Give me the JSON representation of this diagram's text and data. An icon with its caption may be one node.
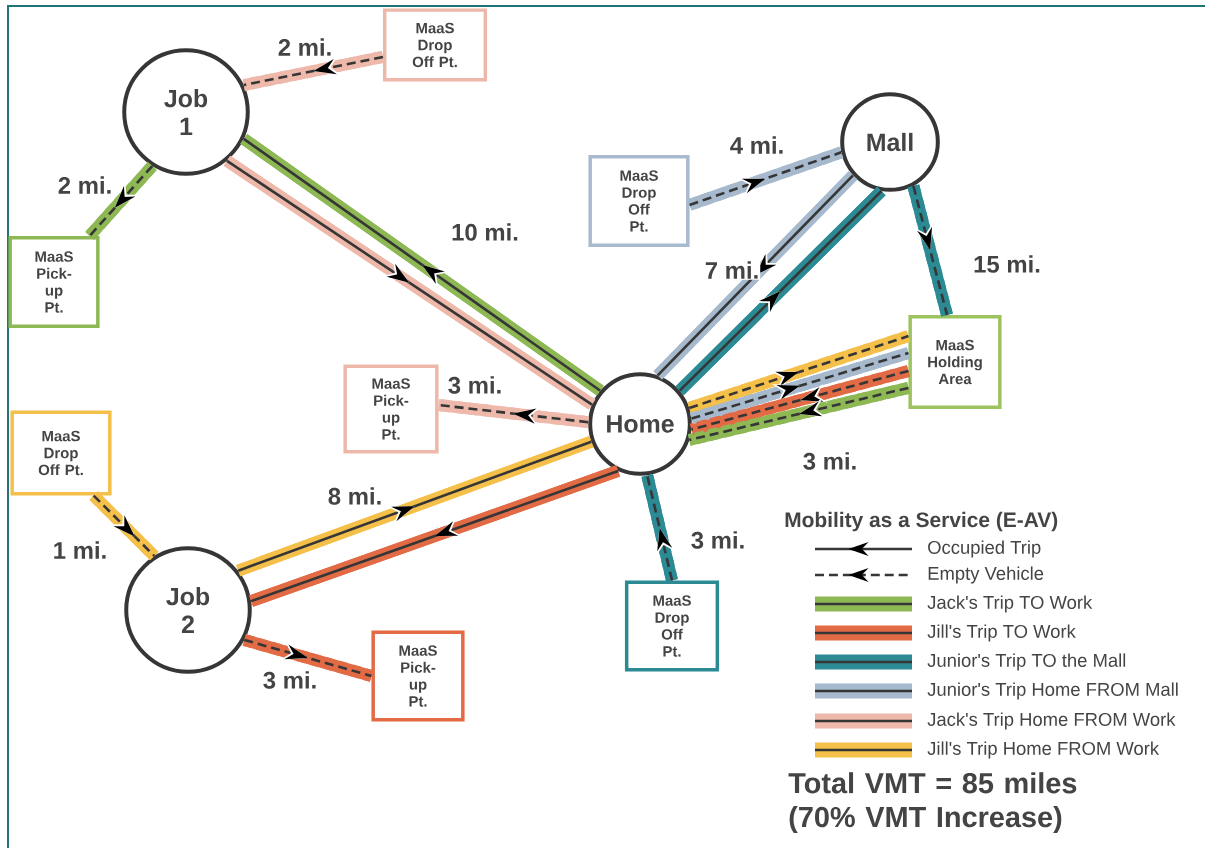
{
  "diagram": {
    "nodes": [
      {
        "text": [
          "Job 1"
        ]
      },
      {
        "text": [
          "Mall"
        ]
      },
      {
        "text": [
          "Home"
        ]
      },
      {
        "text": [
          "Job 2"
        ]
      },
      {
        "text": [
          "MaaS Drop Off Pt."
        ]
      },
      {
        "text": [
          "MaaS Pick-up Pt."
        ]
      },
      {
        "text": [
          "MaaS Drop Off Pt."
        ]
      },
      {
        "text": [
          "MaaS Holding Area"
        ]
      },
      {
        "text": [
          "MaaS Pick-up Pt."
        ]
      },
      {
        "text": [
          "MaaS Drop Off Pt."
        ]
      },
      {
        "text": [
          "MaaS Drop Off Pt."
        ]
      },
      {
        "text": [
          "MaaS Pick-up Pt."
        ]
      }
    ],
    "edges": [
      {
        "from": 4,
        "to": 0,
        "arrow": "to",
        "label": "2 mi.",
        "style": "dashed",
        "color": "#eeb8aa"
      },
      {
        "from": 0,
        "to": 5,
        "arrow": "to",
        "label": "2 mi.",
        "style": "dashed",
        "color": "#8db854"
      },
      {
        "from": 2,
        "to": 0,
        "arrow": "to",
        "label": "10 mi.",
        "color": "#8db854"
      },
      {
        "from": 0,
        "to": 2,
        "arrow": "to",
        "color": "#eeb8aa"
      },
      {
        "from": 6,
        "to": 1,
        "arrow": "to",
        "label": "4 mi.",
        "style": "dashed",
        "color": "#a6b9cd"
      },
      {
        "from": 1,
        "to": 2,
        "arrow": "to",
        "label": "7 mi.",
        "color": "#a6b9cd"
      },
      {
        "from": 2,
        "to": 1,
        "arrow": "to",
        "color": "#2b8a93"
      },
      {
        "from": 1,
        "to": 7,
        "arrow": "to",
        "label": "15 mi.",
        "style": "dashed",
        "color": "#2b8a93"
      },
      {
        "from": 2,
        "to": 7,
        "arrow": "to",
        "style": "dashed",
        "color": "#f5c04a"
      },
      {
        "from": 2,
        "to": 7,
        "arrow": "to",
        "style": "dashed",
        "color": "#a6b9cd"
      },
      {
        "from": 7,
        "to": 2,
        "arrow": "to",
        "style": "dashed",
        "color": "#e26b45"
      },
      {
        "from": 7,
        "to": 2,
        "arrow": "to",
        "label": "3 mi.",
        "style": "dashed",
        "color": "#8db854"
      },
      {
        "from": 2,
        "to": 8,
        "arrow": "to",
        "label": "3 mi.",
        "style": "dashed",
        "color": "#eeb8aa"
      },
      {
        "from": 9,
        "to": 3,
        "arrow": "to",
        "label": "1 mi.",
        "style": "dashed",
        "color": "#f5c04a"
      },
      {
        "from": 3,
        "to": 2,
        "arrow": "to",
        "label": "8 mi.",
        "color": "#f5c04a"
      },
      {
        "from": 2,
        "to": 3,
        "arrow": "to",
        "color": "#e26b45"
      },
      {
        "from": 3,
        "to": 11,
        "arrow": "to",
        "label": "3 mi.",
        "style": "dashed",
        "color": "#e26b45"
      },
      {
        "from": 10,
        "to": 2,
        "arrow": "to",
        "label": "3 mi.",
        "style": "dashed",
        "color": "#2b8a93"
      }
    ],
    "labels": [
      "Mobility as a Service (E-AV)",
      "Total VMT = 85 miles (70% VMT Increase)"
    ],
    "legend": [
      {
        "text": "Occupied Trip"
      },
      {
        "text": "Empty Vehicle"
      },
      {
        "text": "Jack's Trip TO Work",
        "color": "#8db854"
      },
      {
        "text": "Jill's Trip TO Work",
        "color": "#e26b45"
      },
      {
        "text": "Junior's Trip TO the Mall",
        "color": "#2b8a93"
      },
      {
        "text": "Junior's Trip Home FROM Mall",
        "color": "#a6b9cd"
      },
      {
        "text": "Jack's Trip Home FROM Work",
        "color": "#eeb8aa"
      },
      {
        "text": "Jill's Trip Home FROM Work",
        "color": "#f5c04a"
      }
    ]
  }
}
